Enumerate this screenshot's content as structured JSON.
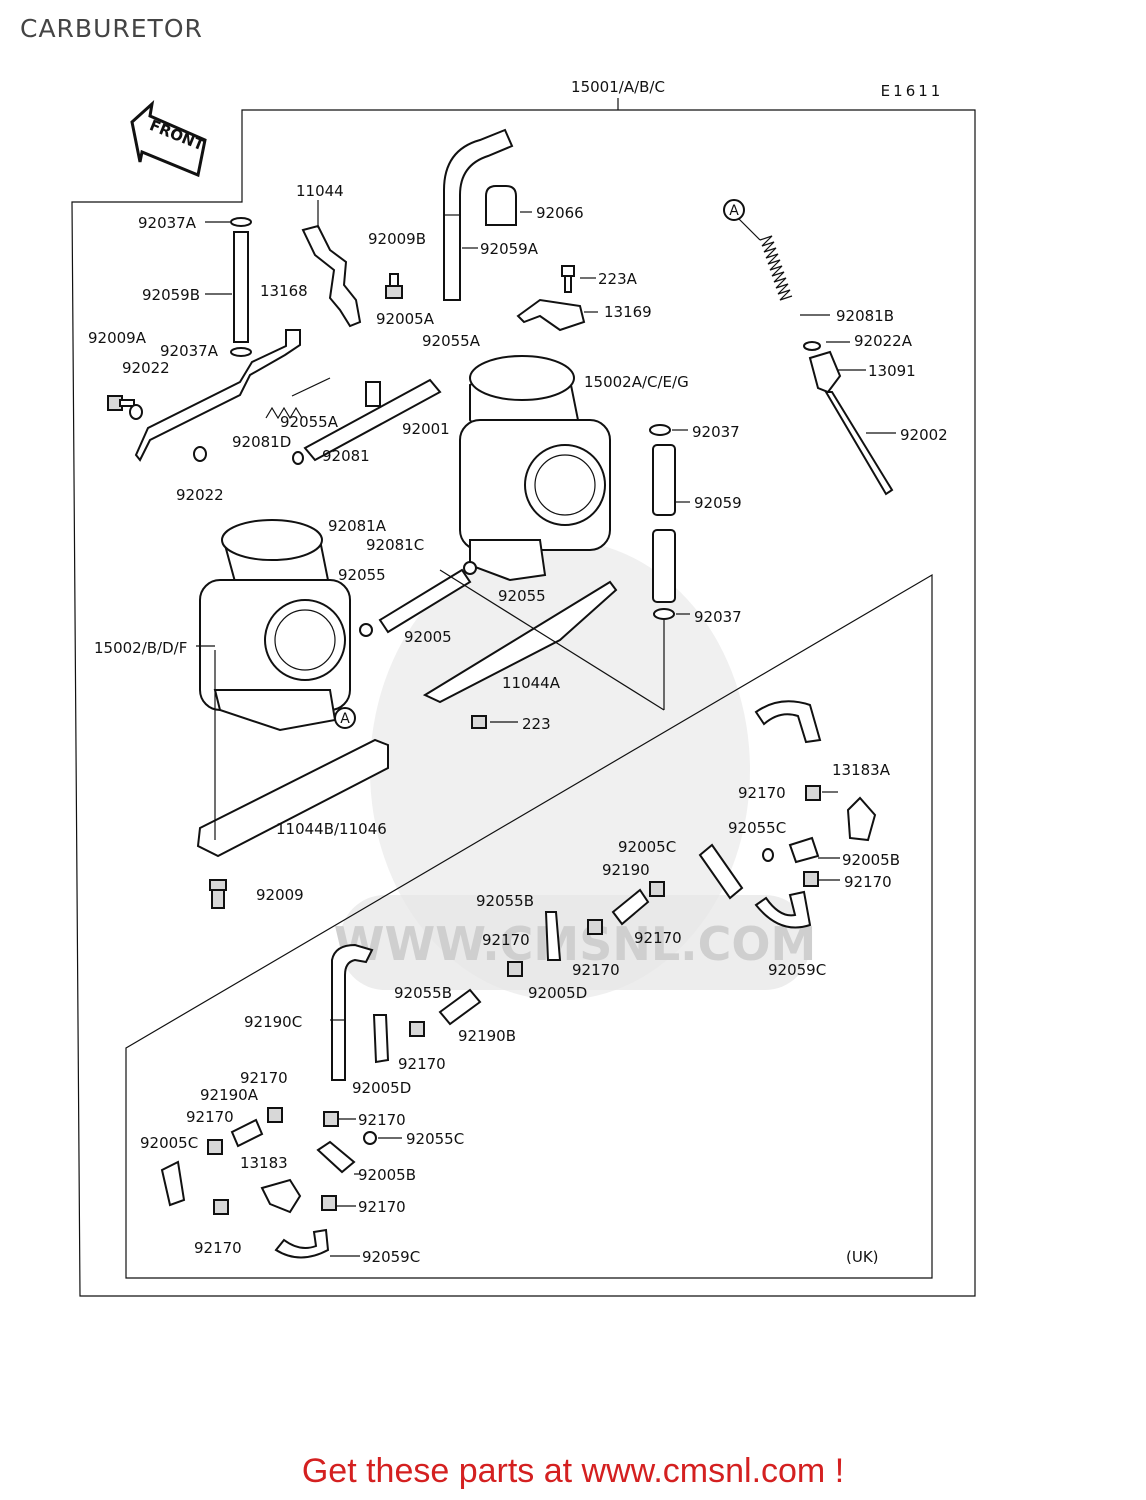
{
  "page": {
    "title": "CARBURETOR",
    "footer": "Get these parts at www.cmsnl.com !",
    "diagram_code": "E1611",
    "front_label": "FRONT",
    "uk_label": "(UK)",
    "watermark": "WWW.CMSNL.COM"
  },
  "labels": {
    "assembly": "15001/A/B/C",
    "p92037A_1": "92037A",
    "p11044": "11044",
    "p92009B": "92009B",
    "p92059A": "92059A",
    "p92066": "92066",
    "pA_1": "A",
    "p92059B": "92059B",
    "p13168": "13168",
    "p223A": "223A",
    "p13169": "13169",
    "p92005A_1": "92005A",
    "p92081B": "92081B",
    "p92009A": "92009A",
    "p92037A_2": "92037A",
    "p92055A_1": "92055A",
    "p92022A": "92022A",
    "p92022_1": "92022",
    "p15002ACEG": "15002A/C/E/G",
    "p13091": "13091",
    "p92055A_2": "92055A",
    "p92001": "92001",
    "p92037_1": "92037",
    "p92002": "92002",
    "p92081D": "92081D",
    "p92081": "92081",
    "p92022_2": "92022",
    "p92059": "92059",
    "p92081A": "92081A",
    "p92081C": "92081C",
    "p92055_1": "92055",
    "p92055_2": "92055",
    "p92037_2": "92037",
    "p92005": "92005",
    "p15002BDF": "15002/B/D/F",
    "p11044A": "11044A",
    "pA_2": "A",
    "p223": "223",
    "p13183A": "13183A",
    "p92170_1": "92170",
    "p11044B": "11044B/11046",
    "p92055C_1": "92055C",
    "p92005C_1": "92005C",
    "p92005B_1": "92005B",
    "p92190_1": "92190",
    "p92170_2": "92170",
    "p92009": "92009",
    "p92055B_1": "92055B",
    "p92170_3": "92170",
    "p92170_4": "92170",
    "p92059C_1": "92059C",
    "p92170_5": "92170",
    "p92005D_1": "92005D",
    "p92055B_2": "92055B",
    "p92190C": "92190C",
    "p92190B": "92190B",
    "p92170_6": "92170",
    "p92005D_2": "92005D",
    "p92170_7": "92170",
    "p92190A": "92190A",
    "p92170_8": "92170",
    "p92170_9": "92170",
    "p92055C_2": "92055C",
    "p92005C_2": "92005C",
    "p13183": "13183",
    "p92005B_2": "92005B",
    "p92170_10": "92170",
    "p92170_11": "92170",
    "p92059C_2": "92059C"
  }
}
